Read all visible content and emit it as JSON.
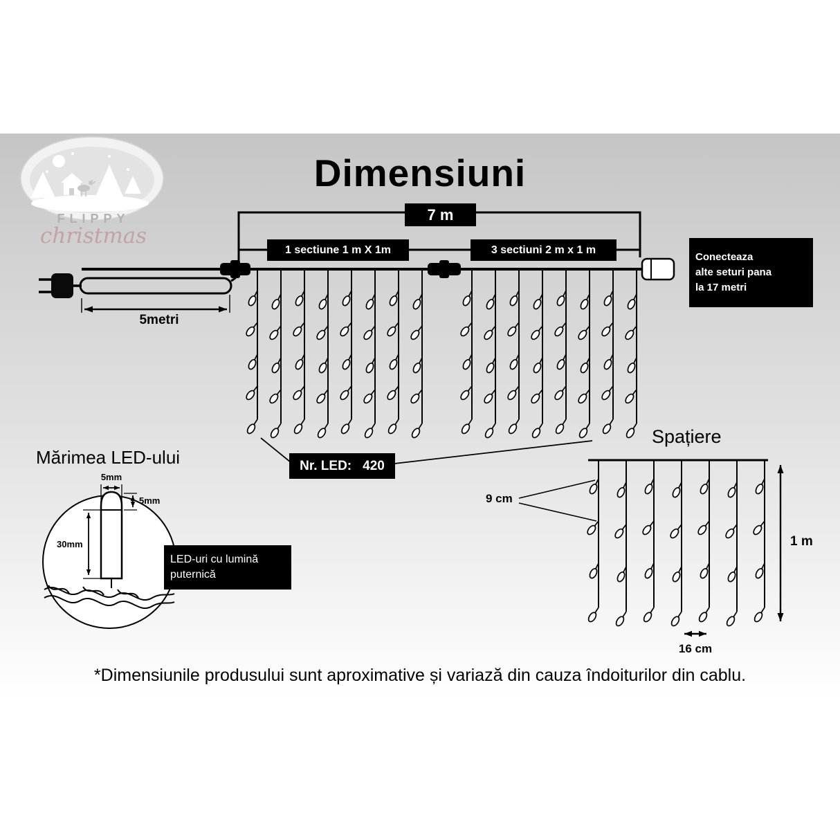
{
  "title": "Dimensiuni",
  "logo": {
    "name_top": "FLIPPY",
    "name_script": "christmas"
  },
  "dimensions": {
    "total_width": "7 m",
    "section_left": "1 sectiune 1 m X 1m",
    "section_right": "3 sectiuni 2 m x 1 m",
    "lead_length": "5metri",
    "connect_lines": [
      "Conecteaza",
      "alte seturi pana",
      "la 17 metri"
    ]
  },
  "led_count": {
    "label": "Nr. LED:",
    "value": "420"
  },
  "spacing": {
    "title": "Spațiere",
    "led_gap": "9 cm",
    "drop_height": "1 m",
    "strand_gap": "16 cm"
  },
  "led_size": {
    "title": "Mărimea LED-ului",
    "cap_width": "5mm",
    "cap_height": "5mm",
    "body_height": "30mm",
    "note_lines": [
      "LED-uri cu lumină",
      "puternică"
    ]
  },
  "footnote": "*Dimensiunile produsului sunt aproximative și variază din cauza îndoiturilor din cablu."
}
